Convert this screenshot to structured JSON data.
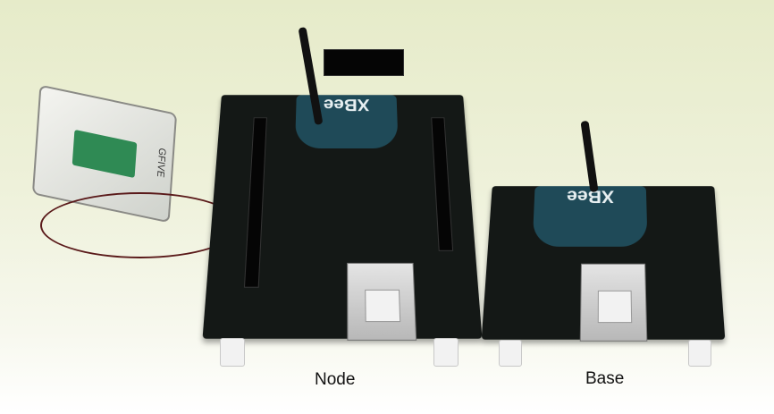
{
  "photo": {
    "labels": {
      "node": "Node",
      "base": "Base"
    },
    "logo_text": {
      "xbee_node": "XBee",
      "xbee_base": "XBee",
      "battery": "GFIVE"
    }
  },
  "colors": {
    "background": "#eef1da",
    "pcb": "#141816",
    "xbee_module": "#1f4a58"
  }
}
